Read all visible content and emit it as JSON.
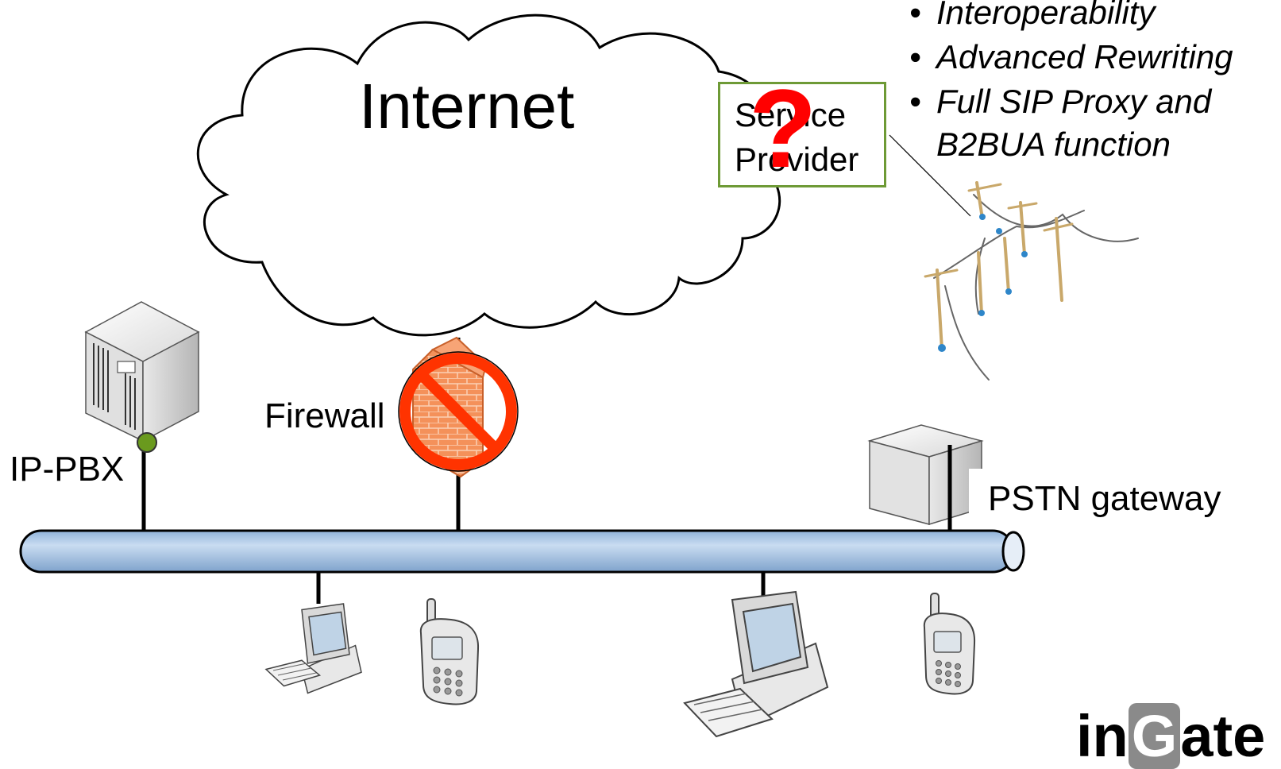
{
  "cloud": {
    "title": "Internet"
  },
  "service_provider": {
    "line1": "Service",
    "line2": "Provider",
    "mark": "?"
  },
  "features": {
    "items": [
      "Interoperability",
      "Advanced Rewriting",
      "Full SIP Proxy and"
    ],
    "continuation": "B2BUA function"
  },
  "labels": {
    "firewall": "Firewall",
    "ip_pbx": "IP-PBX",
    "pstn_gateway": "PSTN gateway"
  },
  "logo": {
    "text_start": "in",
    "text_mid": "G",
    "text_end": "ate"
  },
  "colors": {
    "network_bus": "#a4c3e4",
    "provider_box_border": "#6e9a36",
    "question_mark": "#ff0000",
    "firewall": "#f08a3c",
    "prohibition": "#ff3300",
    "pbx_port": "#6a9a1e"
  },
  "icons": [
    "cloud-icon",
    "server-icon",
    "firewall-icon",
    "prohibition-icon",
    "gateway-icon",
    "desktop-computer-icon",
    "mobile-phone-icon",
    "power-lines-icon"
  ]
}
